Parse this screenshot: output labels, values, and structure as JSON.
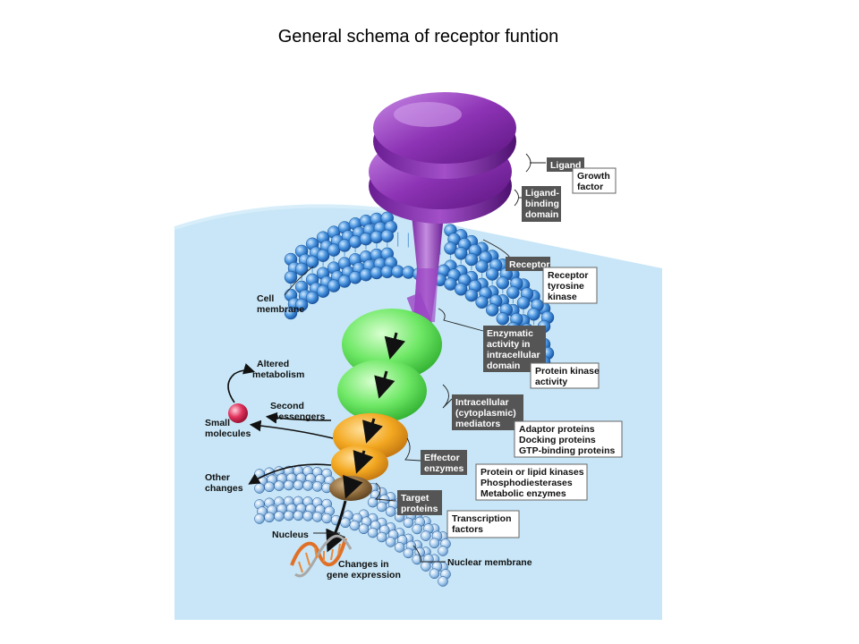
{
  "title": "General schema of receptor funtion",
  "colors": {
    "panel_bg": "#c8e6f7",
    "membrane_ball": "#3f8fdc",
    "receptor_purple": "#8a2fb0",
    "green_domain": "#5fe35f",
    "effector_orange": "#f2a21b",
    "target_brown": "#8a6a3a",
    "dark_label_bg": "#555555",
    "ball_red": "#e0305a"
  },
  "dark_labels": {
    "ligand": "Ligand",
    "ligand_binding": [
      "Ligand-",
      "binding",
      "domain"
    ],
    "receptor": "Receptor",
    "enzymatic": [
      "Enzymatic",
      "activity in",
      "intracellular",
      "domain"
    ],
    "intracellular": [
      "Intracellular",
      "(cytoplasmic)",
      "mediators"
    ],
    "effector": [
      "Effector",
      "enzymes"
    ],
    "target": [
      "Target",
      "proteins"
    ]
  },
  "light_labels": {
    "growth_factor": [
      "Growth",
      "factor"
    ],
    "receptor_tyrosine": [
      "Receptor",
      "tyrosine",
      "kinase"
    ],
    "protein_kinase": [
      "Protein kinase",
      "activity"
    ],
    "adaptor": [
      "Adaptor proteins",
      "Docking proteins",
      "GTP-binding proteins"
    ],
    "kinases": [
      "Protein or lipid kinases",
      "Phosphodiesterases",
      "Metabolic enzymes"
    ],
    "transcription": [
      "Transcription",
      "factors"
    ]
  },
  "side_labels": {
    "cell_membrane": [
      "Cell",
      "membrane"
    ],
    "altered_metabolism": [
      "Altered",
      "metabolism"
    ],
    "second_messengers": [
      "Second",
      "messengers"
    ],
    "small_molecules": [
      "Small",
      "molecules"
    ],
    "other_changes": [
      "Other",
      "changes"
    ],
    "nucleus": "Nucleus",
    "changes_gene": [
      "Changes in",
      "gene expression"
    ],
    "nuclear_membrane": "Nuclear membrane"
  }
}
